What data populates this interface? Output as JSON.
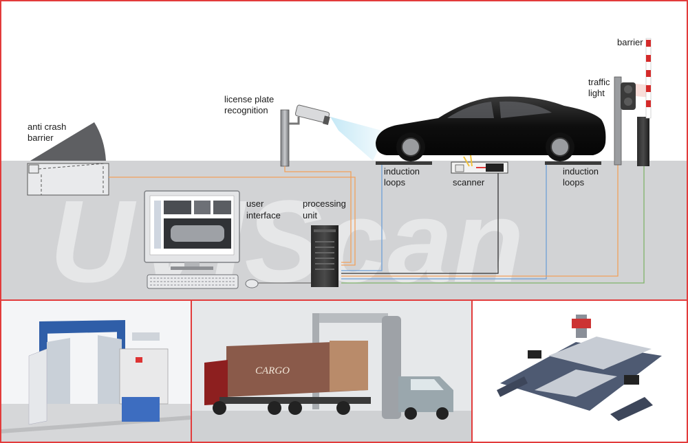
{
  "labels": {
    "anti_crash_1": "anti crash",
    "anti_crash_2": "barrier",
    "lpr_1": "license plate",
    "lpr_2": "recognition",
    "traffic_1": "traffic",
    "traffic_2": "light",
    "barrier": "barrier",
    "induction_left_1": "induction",
    "induction_left_2": "loops",
    "scanner": "scanner",
    "induction_right_1": "induction",
    "induction_right_2": "loops",
    "ui_1": "user",
    "ui_2": "interface",
    "pu_1": "processing",
    "pu_2": "unit"
  },
  "watermark": "UVIScan",
  "photos": {
    "truck_container_text": "CARGO"
  },
  "colors": {
    "frame_border": "#e23b3b",
    "ground": "#d2d3d5",
    "wire_orange": "#f2a05a",
    "wire_blue": "#6e9fd6",
    "wire_green": "#7fb36a",
    "wire_dark": "#333333"
  }
}
